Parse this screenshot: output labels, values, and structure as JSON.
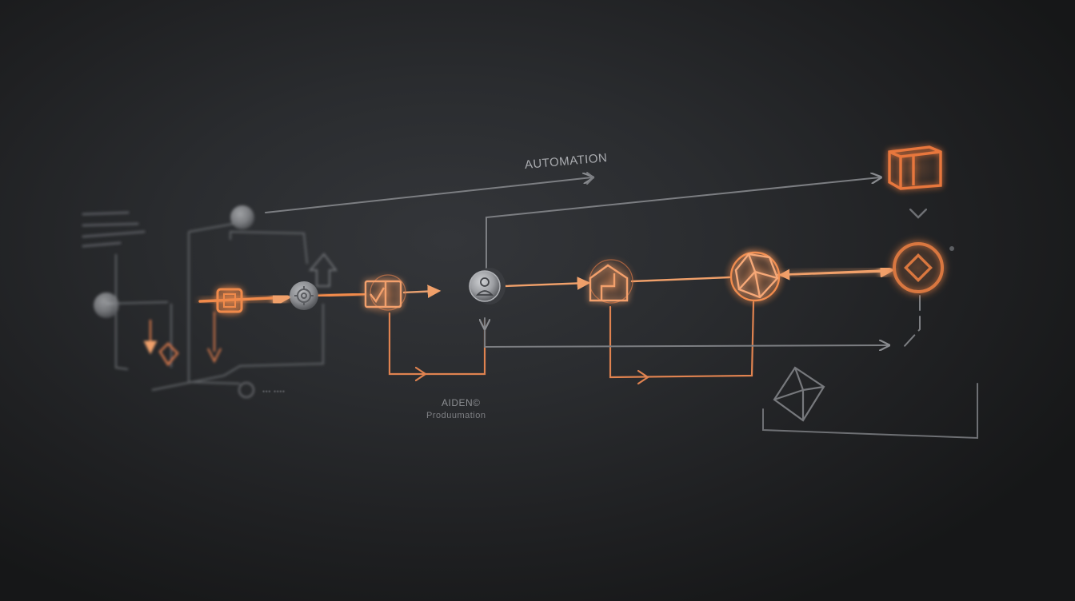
{
  "labels": {
    "title": "AUTOMATION",
    "caption_title": "AIDEN©",
    "caption_sub": "Produumation",
    "side_small": "••• ••••"
  },
  "colors": {
    "accent": "#f08a4b",
    "accent_soft": "#e8a070",
    "line_gray": "#7c7e82",
    "node_gray": "#8e9094",
    "background": "#2a2c2f"
  },
  "icons": [
    "gear-icon",
    "checkbox-icon",
    "user-icon",
    "house-icon",
    "diamond-cube-icon",
    "circle-diamond-icon",
    "box-icon",
    "cube-outline-icon",
    "chevron-down-icon"
  ]
}
